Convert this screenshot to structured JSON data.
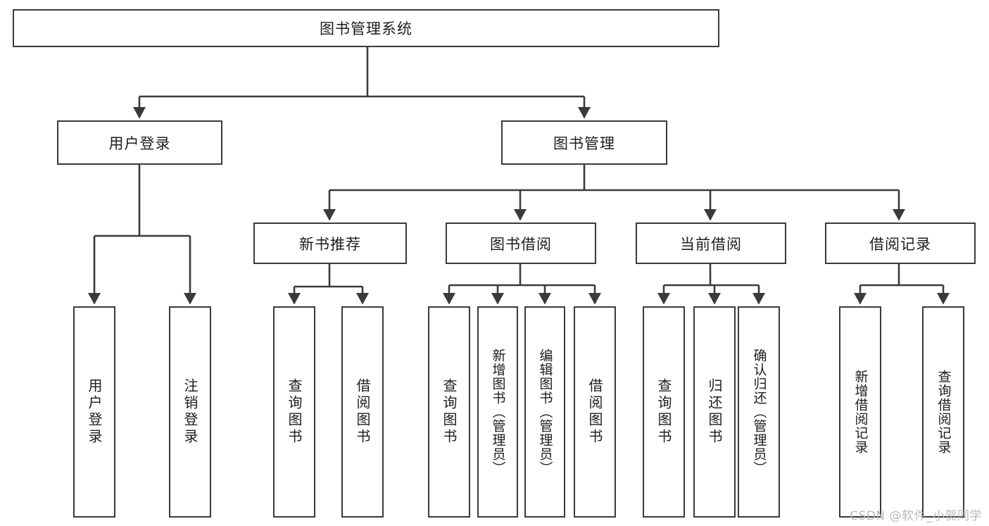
{
  "diagram": {
    "title": "图书管理系统",
    "type": "tree",
    "watermark": "CSDN @软件_小贺同学",
    "colors": {
      "border": "#3a3a3a",
      "background": "#ffffff",
      "text": "#1d1d1d",
      "watermark": "#b9b9b9"
    },
    "nodes": {
      "root": "图书管理系统",
      "user_login": "用户登录",
      "book_manage": "图书管理",
      "new_book_rec": "新书推荐",
      "book_borrow": "图书借阅",
      "current_borrow": "当前借阅",
      "borrow_record": "借阅记录",
      "leaf_user_login": "用户登录",
      "leaf_logout": "注销登录",
      "leaf_query_book_1": "查询图书",
      "leaf_borrow_book_1": "借阅图书",
      "leaf_query_book_2": "查询图书",
      "leaf_add_book_admin": "新增图书（管理员）",
      "leaf_edit_book_admin": "编辑图书（管理员）",
      "leaf_borrow_book_2": "借阅图书",
      "leaf_query_book_3": "查询图书",
      "leaf_return_book": "归还图书",
      "leaf_confirm_return_admin": "确认归还（管理员）",
      "leaf_add_record": "新增借阅记录",
      "leaf_query_record": "查询借阅记录"
    },
    "hierarchy": [
      {
        "label": "图书管理系统",
        "children": [
          {
            "label": "用户登录",
            "children": [
              {
                "label": "用户登录"
              },
              {
                "label": "注销登录"
              }
            ]
          },
          {
            "label": "图书管理",
            "children": [
              {
                "label": "新书推荐",
                "children": [
                  {
                    "label": "查询图书"
                  },
                  {
                    "label": "借阅图书"
                  }
                ]
              },
              {
                "label": "图书借阅",
                "children": [
                  {
                    "label": "查询图书"
                  },
                  {
                    "label": "新增图书（管理员）"
                  },
                  {
                    "label": "编辑图书（管理员）"
                  },
                  {
                    "label": "借阅图书"
                  }
                ]
              },
              {
                "label": "当前借阅",
                "children": [
                  {
                    "label": "查询图书"
                  },
                  {
                    "label": "归还图书"
                  },
                  {
                    "label": "确认归还（管理员）"
                  }
                ]
              },
              {
                "label": "借阅记录",
                "children": [
                  {
                    "label": "新增借阅记录"
                  },
                  {
                    "label": "查询借阅记录"
                  }
                ]
              }
            ]
          }
        ]
      }
    ]
  }
}
